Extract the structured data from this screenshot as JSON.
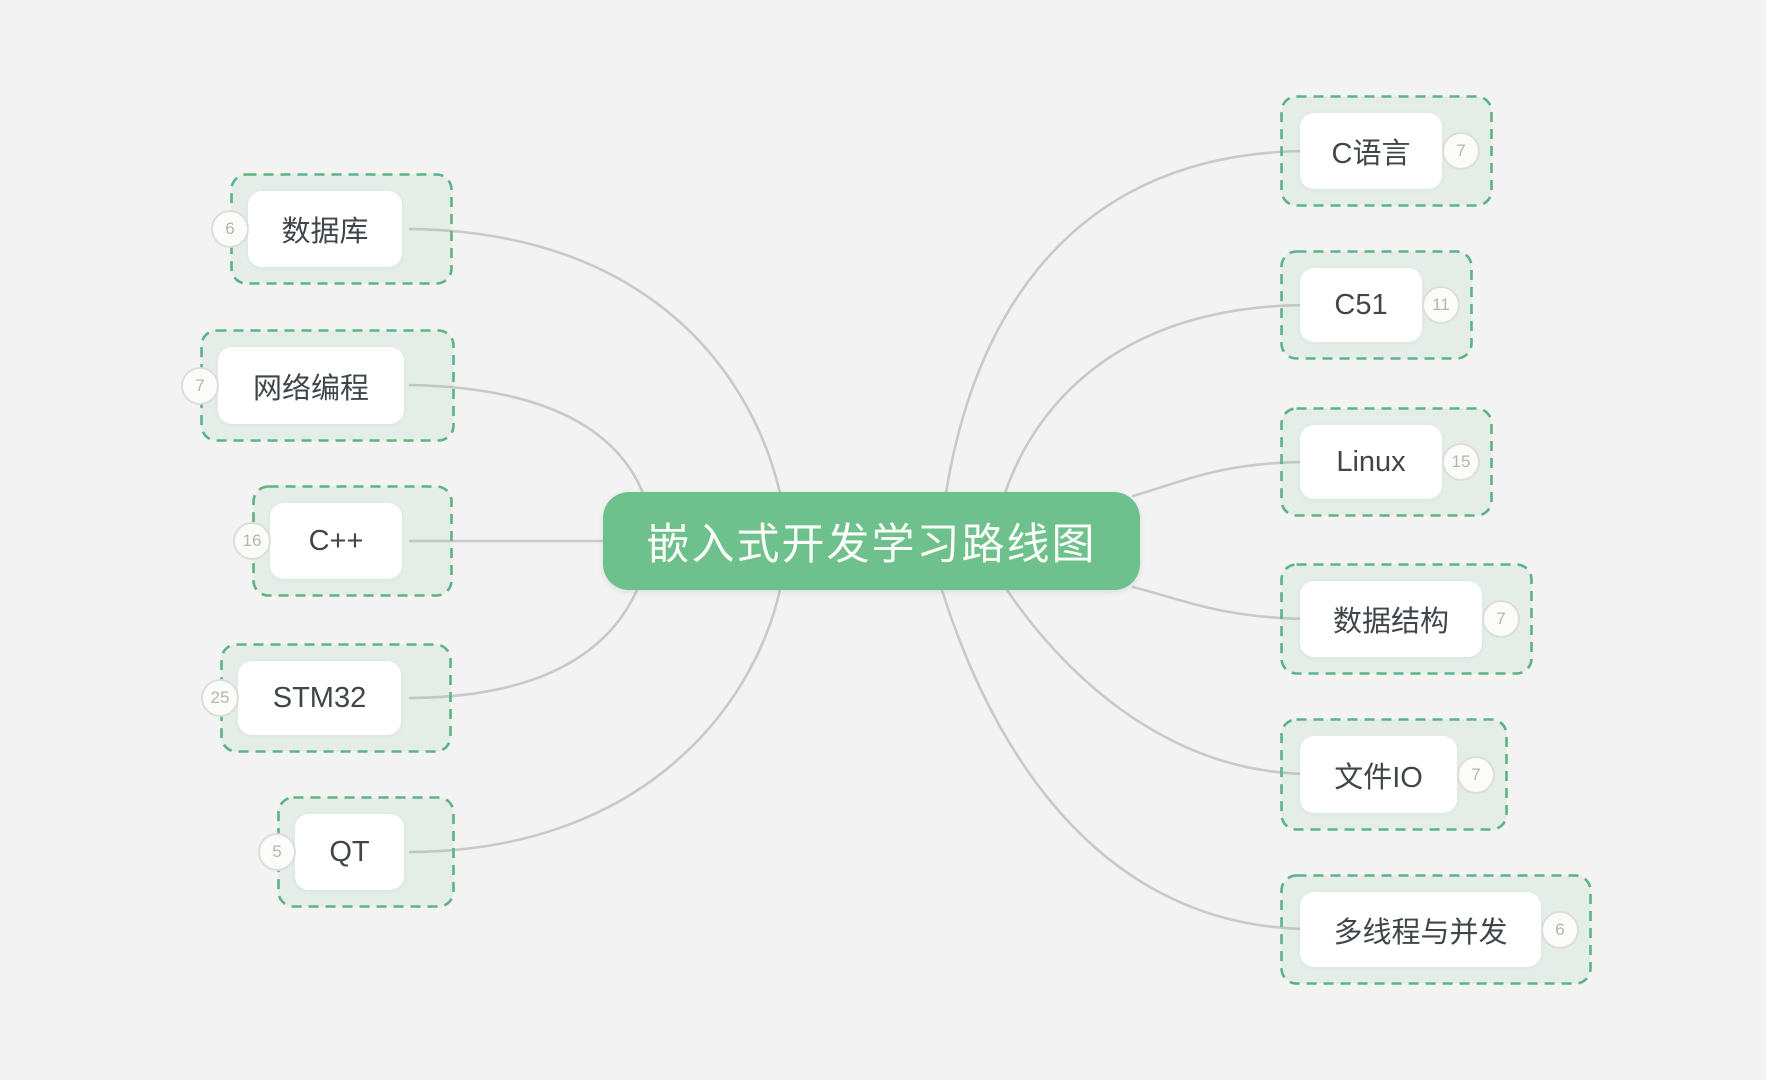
{
  "diagram": {
    "type": "mindmap",
    "root": {
      "label": "嵌入式开发学习路线图"
    },
    "left_nodes": [
      {
        "label": "数据库",
        "count": "6"
      },
      {
        "label": "网络编程",
        "count": "7"
      },
      {
        "label": "C++",
        "count": "16"
      },
      {
        "label": "STM32",
        "count": "25"
      },
      {
        "label": "QT",
        "count": "5"
      }
    ],
    "right_nodes": [
      {
        "label": "C语言",
        "count": "7"
      },
      {
        "label": "C51",
        "count": "11"
      },
      {
        "label": "Linux",
        "count": "15"
      },
      {
        "label": "数据结构",
        "count": "7"
      },
      {
        "label": "文件IO",
        "count": "7"
      },
      {
        "label": "多线程与并发",
        "count": "6"
      }
    ],
    "colors": {
      "background": "#f2f3f2",
      "root_fill": "#6ec08d",
      "root_text": "#fafdf8",
      "branch_dashed_border": "#5cb385",
      "branch_fill_tint": "#eaf3ed",
      "branch_label_text": "#3f464a",
      "link_line": "#c8c9c8",
      "badge_border": "#dcdedc",
      "badge_text": "#b3b6b4"
    }
  }
}
